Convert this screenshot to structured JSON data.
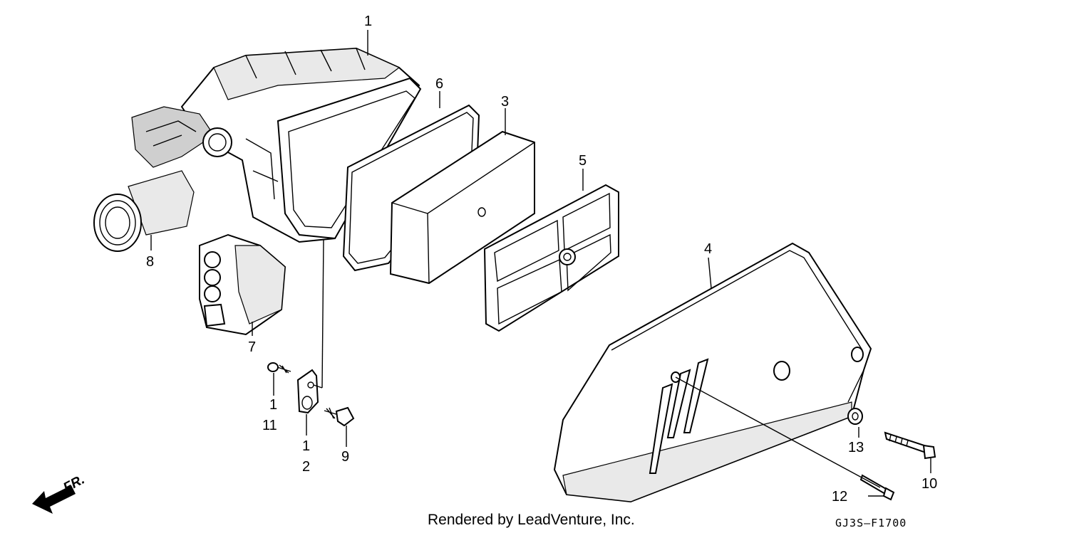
{
  "labels": [
    {
      "id": "callout-1-top",
      "text": "1"
    },
    {
      "id": "callout-6",
      "text": "6"
    },
    {
      "id": "callout-3",
      "text": "3"
    },
    {
      "id": "callout-5",
      "text": "5"
    },
    {
      "id": "callout-4",
      "text": "4"
    },
    {
      "id": "callout-8",
      "text": "8"
    },
    {
      "id": "callout-7",
      "text": "7"
    },
    {
      "id": "callout-1-screw",
      "text": "1"
    },
    {
      "id": "callout-11",
      "text": "11"
    },
    {
      "id": "callout-1-bracket",
      "text": "1"
    },
    {
      "id": "callout-2",
      "text": "2"
    },
    {
      "id": "callout-9",
      "text": "9"
    },
    {
      "id": "callout-13",
      "text": "13"
    },
    {
      "id": "callout-10",
      "text": "10"
    },
    {
      "id": "callout-12",
      "text": "12"
    }
  ],
  "front_marker": {
    "text": "FR."
  },
  "credit": "Rendered by LeadVenture, Inc.",
  "diagram_code": "GJ3S–F1700"
}
